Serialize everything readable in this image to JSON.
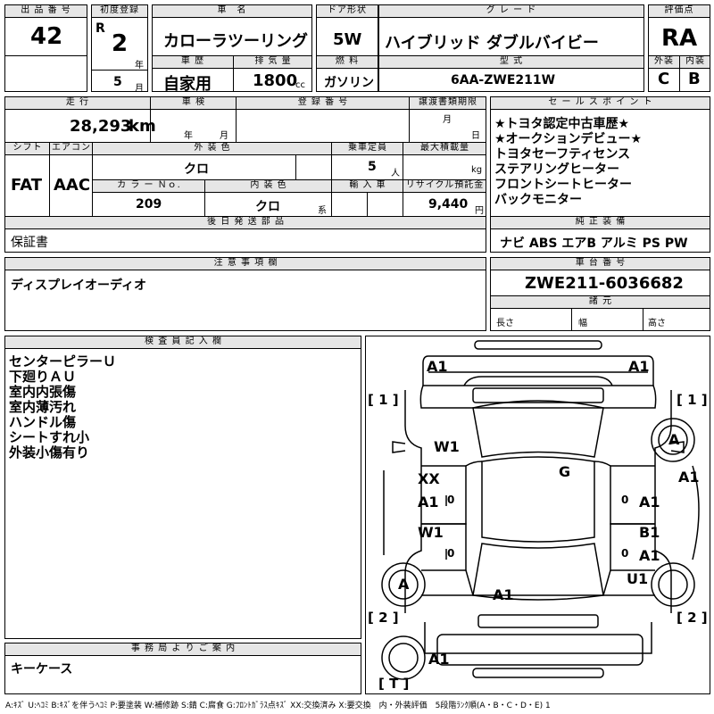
{
  "header": {
    "lot_no_label": "出 品 番 号",
    "lot_no": "42",
    "first_reg_label": "初度登録",
    "era": "R",
    "year": "2",
    "year_unit": "年",
    "month": "5",
    "month_unit": "月",
    "car_name_label": "車　名",
    "car_name": "カローラツーリング",
    "doors_label": "ドア形状",
    "doors": "5W",
    "grade_label": "グ レ ー ド",
    "grade": "ハイブリッド ダブルバイビー",
    "score_label": "評価点",
    "score": "RA",
    "history_label": "車 歴",
    "history": "自家用",
    "displacement_label": "排 気 量",
    "displacement": "1800",
    "displacement_unit": "cc",
    "fuel_label": "燃 料",
    "fuel": "ガソリン",
    "model_label": "型 式",
    "model": "6AA-ZWE211W",
    "exterior_label": "外装",
    "exterior": "C",
    "interior_label": "内装",
    "interior": "B"
  },
  "specs": {
    "mileage_label": "走 行",
    "mileage": "28,293",
    "mileage_unit": "km",
    "inspection_label": "車 検",
    "inspection_year": "年",
    "inspection_month": "月",
    "reg_no_label": "登 録 番 号",
    "transfer_label": "譲渡書類期限",
    "transfer_month": "月",
    "transfer_day": "日",
    "shift_label": "シフト",
    "shift": "FAT",
    "ac_label": "エアコン",
    "ac": "AAC",
    "ext_color_label": "外 装 色",
    "ext_color": "クロ",
    "color_no_label": "カ ラ ー Ｎｏ.",
    "color_no": "209",
    "int_color_label": "内 装 色",
    "int_color": "クロ",
    "int_color_suffix": "系",
    "seats_label": "乗車定員",
    "seats": "5",
    "seats_unit": "人",
    "load_label": "最大積載量",
    "load_unit": "kg",
    "import_label": "輸 入 車",
    "recycle_label": "リサイクル預託金",
    "recycle": "9,440",
    "recycle_unit": "円",
    "later_label": "後 日 発 送 部 品",
    "later": "保証書"
  },
  "sales": {
    "label": "セ ー ル ス ポ イ ン ト",
    "points": [
      "★トヨタ認定中古車歴★",
      "★オークションデビュー★",
      "トヨタセーフティセンス",
      "ステアリングヒーター",
      "フロントシートヒーター",
      "バックモニター"
    ],
    "equip_label": "純 正 装 備",
    "equip": "ナビ ABS エアB アルミ PS PW"
  },
  "notes": {
    "label": "注 意 事 項 欄",
    "text": "ディスプレイオーディオ"
  },
  "chassis": {
    "label": "車 台 番 号",
    "number": "ZWE211-6036682",
    "dims_label": "諸 元",
    "length": "長さ",
    "width": "幅",
    "height": "高さ"
  },
  "inspector": {
    "label": "検 査 員 記 入 欄",
    "lines": [
      "センターピラーＵ",
      "下廻りＡＵ",
      "室内内張傷",
      "室内薄汚れ",
      "ハンドル傷",
      "シートすれ小",
      "外装小傷有り"
    ]
  },
  "office": {
    "label": "事 務 局 よ り ご 案 内",
    "text": "キーケース"
  },
  "diagram": {
    "marks": {
      "front_left": "A1",
      "front_right": "A1",
      "ref1_left": "[ 1 ]",
      "ref1_right": "[ 1 ]",
      "w1_front": "W1",
      "tire_fr": "A",
      "right_a1_top": "A1",
      "xx": "XX",
      "g": "G",
      "a1_left_door": "A1",
      "zero_left1": "0",
      "a1_right_door": "A1",
      "zero_right1": "0",
      "w1_rear": "W1",
      "b1": "B1",
      "a1_right_rear": "A1",
      "zero_left2": "0",
      "zero_right2": "0",
      "tire_rl": "A",
      "u1": "U1",
      "a1_trunk": "A1",
      "ref2_left": "[ 2 ]",
      "ref2_right": "[ 2 ]",
      "a1_rear": "A1",
      "ref_t": "[ T ]"
    }
  },
  "legend": "A:ｷｽﾞ U:ﾍｺﾐ B:ｷｽﾞを伴うﾍｺﾐ P:要塗装 W:補修跡 S:錆 C:腐食 G:ﾌﾛﾝﾄｶﾞﾗｽ点ｷｽﾞ XX:交換済み X:要交換　内・外装評価　5段階ﾗﾝｸ順(A・B・C・D・E) 1"
}
